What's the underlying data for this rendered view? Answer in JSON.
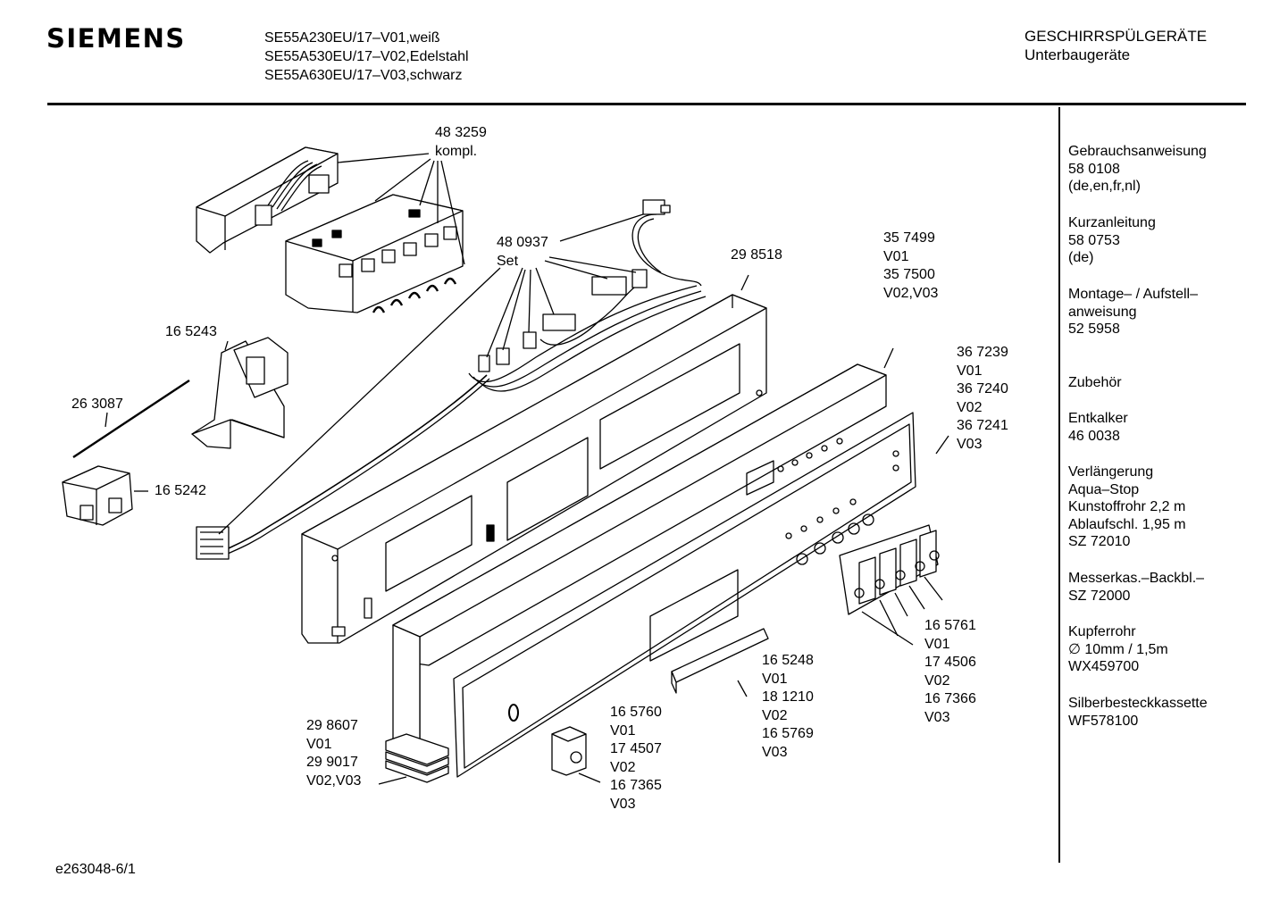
{
  "header": {
    "brand": "SIEMENS",
    "models": [
      "SE55A230EU/17–V01,weiß",
      "SE55A530EU/17–V02,Edelstahl",
      "SE55A630EU/17–V03,schwarz"
    ],
    "category_title": "GESCHIRRSPÜLGERÄTE",
    "category_subtitle": "Unterbaugeräte"
  },
  "sidebar": {
    "items": [
      {
        "lines": [
          "Gebrauchsanweisung",
          "58 0108",
          "(de,en,fr,nl)"
        ]
      },
      {
        "lines": [
          "Kurzanleitung",
          "58 0753",
          "(de)"
        ]
      },
      {
        "lines": [
          "Montage– / Aufstell–",
          "anweisung",
          "52 5958"
        ]
      },
      {
        "lines": [
          "Zubehör"
        ]
      },
      {
        "lines": [
          "Entkalker",
          "46 0038"
        ]
      },
      {
        "lines": [
          "Verlängerung",
          "Aqua–Stop",
          "Kunstoffrohr 2,2 m",
          "Ablaufschl. 1,95 m",
          "SZ 72010"
        ]
      },
      {
        "lines": [
          "Messerkas.–Backbl.–",
          "SZ 72000"
        ]
      },
      {
        "lines": [
          "Kupferrohr",
          "∅ 10mm / 1,5m",
          "WX459700"
        ]
      },
      {
        "lines": [
          "Silberbesteckkassette",
          "WF578100"
        ]
      }
    ]
  },
  "part_labels": {
    "p483259": [
      "48 3259",
      "kompl."
    ],
    "p480937": [
      "48 0937",
      "Set"
    ],
    "p298518": [
      "29 8518"
    ],
    "p357499": [
      "35 7499",
      "V01",
      "35 7500",
      "V02,V03"
    ],
    "p165243": [
      "16 5243"
    ],
    "p263087": [
      "26 3087"
    ],
    "p165242": [
      "16 5242"
    ],
    "p367239": [
      "36 7239",
      "V01",
      "36 7240",
      "V02",
      "36 7241",
      "V03"
    ],
    "p165761": [
      "16 5761",
      "V01",
      "17 4506",
      "V02",
      "16 7366",
      "V03"
    ],
    "p165248": [
      "16 5248",
      "V01",
      "18 1210",
      "V02",
      "16 5769",
      "V03"
    ],
    "p165760": [
      "16 5760",
      "V01",
      "17 4507",
      "V02",
      "16 7365",
      "V03"
    ],
    "p298607": [
      "29 8607",
      "V01",
      "29 9017",
      "V02,V03"
    ]
  },
  "footer": {
    "drawing_id": "e263048-6/1"
  }
}
